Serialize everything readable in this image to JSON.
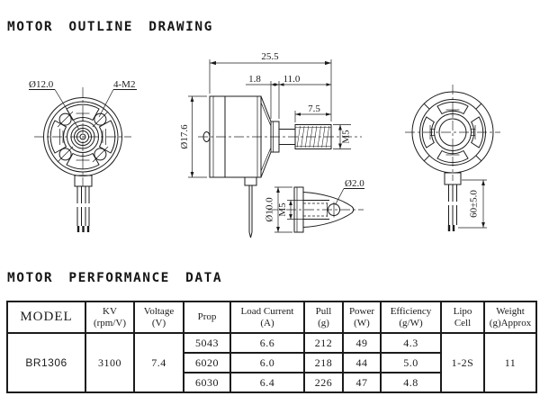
{
  "titles": {
    "outline_drawing": "MOTOR OUTLINE DRAWING",
    "performance_data": "MOTOR PERFORMANCE DATA"
  },
  "outline_drawing": {
    "front_view": {
      "shaft_hole_label": "Ø12.0",
      "mount_holes_label": "4-M2"
    },
    "side_view": {
      "overall_length": "25.5",
      "collar_width": "1.8",
      "shaft_length": "11.0",
      "thread_length": "7.5",
      "body_diameter": "Ø17.6",
      "shaft_thread": "M5"
    },
    "prop_adapter": {
      "pin_hole_diameter": "Ø2.0",
      "flange_diameter": "Ø10.0",
      "thread": "M5"
    },
    "rear_view": {
      "wire_length": "60±5.0"
    }
  },
  "performance_table": {
    "headers": [
      {
        "line1": "MODEL",
        "line2": ""
      },
      {
        "line1": "KV",
        "line2": "(rpm/V)"
      },
      {
        "line1": "Voltage",
        "line2": "(V)"
      },
      {
        "line1": "Prop",
        "line2": ""
      },
      {
        "line1": "Load Current",
        "line2": "(A)"
      },
      {
        "line1": "Pull",
        "line2": "(g)"
      },
      {
        "line1": "Power",
        "line2": "(W)"
      },
      {
        "line1": "Efficiency",
        "line2": "(g/W)"
      },
      {
        "line1": "Lipo",
        "line2": "Cell"
      },
      {
        "line1": "Weight",
        "line2": "(g)Approx"
      }
    ],
    "model": "BR1306",
    "kv": "3100",
    "voltage": "7.4",
    "prop_rows": [
      {
        "prop": "5043",
        "load_current": "6.6",
        "pull": "212",
        "power": "49",
        "efficiency": "4.3"
      },
      {
        "prop": "6020",
        "load_current": "6.0",
        "pull": "218",
        "power": "44",
        "efficiency": "5.0"
      },
      {
        "prop": "6030",
        "load_current": "6.4",
        "pull": "226",
        "power": "47",
        "efficiency": "4.8"
      }
    ],
    "lipo_cell": "1-2S",
    "weight": "11"
  },
  "colors": {
    "ink": "#1b1b1b",
    "background": "#ffffff"
  }
}
